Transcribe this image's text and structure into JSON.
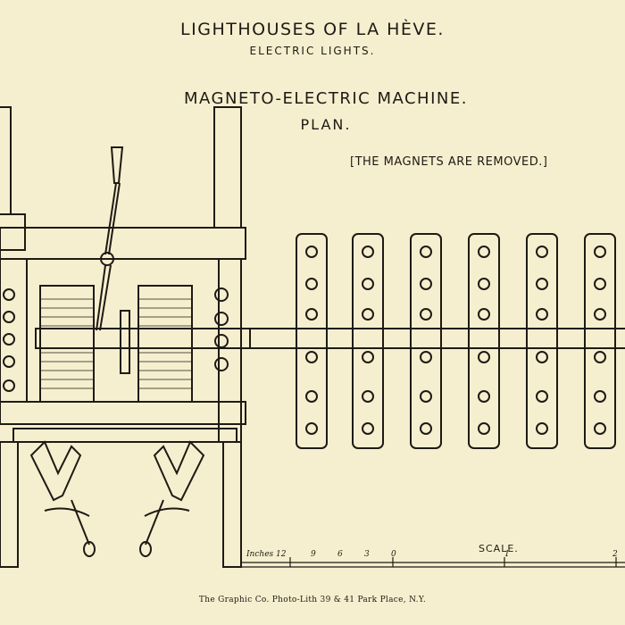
{
  "header": {
    "title": "LIGHTHOUSES OF LA HÈVE.",
    "subtitle": "ELECTRIC LIGHTS."
  },
  "drawing": {
    "heading": "MAGNETO-ELECTRIC MACHINE.",
    "view": "PLAN.",
    "note": "[THE MAGNETS ARE REMOVED.]"
  },
  "scale": {
    "label": "SCALE.",
    "unit": "Inches 12",
    "ticks": [
      "9",
      "6",
      "3",
      "0",
      "1",
      "2"
    ]
  },
  "footer": {
    "credit": "The Graphic Co. Photo-Lith 39 & 41 Park Place, N.Y."
  },
  "colors": {
    "paper": "#f6efcf",
    "ink": "#1e1a14"
  }
}
